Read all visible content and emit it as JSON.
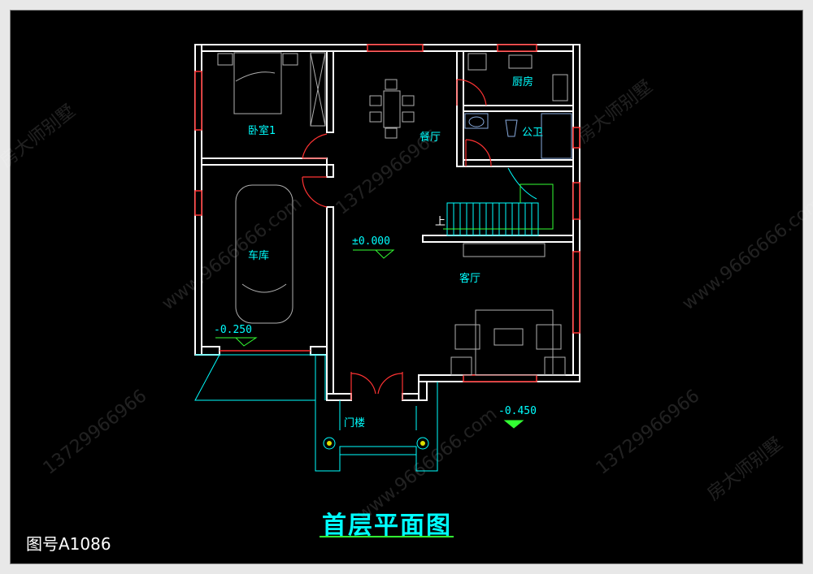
{
  "drawing": {
    "title": "首层平面图",
    "drawing_number": "图号A1086",
    "rooms": {
      "bedroom": "卧室1",
      "dining": "餐厅",
      "kitchen": "厨房",
      "bathroom": "公卫",
      "stairs_up": "上",
      "garage": "车库",
      "living": "客厅",
      "porch": "门楼"
    },
    "levels": {
      "hall": "±0.000",
      "garage": "-0.250",
      "outside": "-0.450"
    },
    "watermarks": [
      "房大师别墅",
      "www.9666666.com",
      "13729966966"
    ]
  },
  "colors": {
    "wall": "#ffffff",
    "window": "#ff3333",
    "annotation": "#00ffff",
    "level": "#33ff33",
    "furniture": "#b0b0b0"
  }
}
